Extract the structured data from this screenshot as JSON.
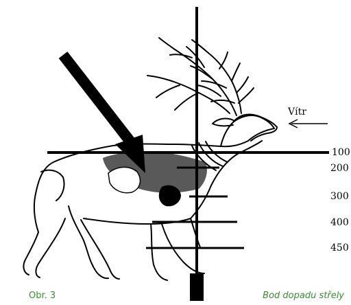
{
  "wind": {
    "label": "Vítr"
  },
  "ranges": [
    "100",
    "200",
    "300",
    "400",
    "450"
  ],
  "captions": {
    "figure": "Obr. 3",
    "title": "Bod dopadu střely"
  },
  "colors": {
    "caption": "#3d8a36",
    "ink": "#000000"
  },
  "icons": {
    "animal": "elk-illustration",
    "pointer": "arrow-pointer",
    "wind": "arrow-left-icon"
  }
}
